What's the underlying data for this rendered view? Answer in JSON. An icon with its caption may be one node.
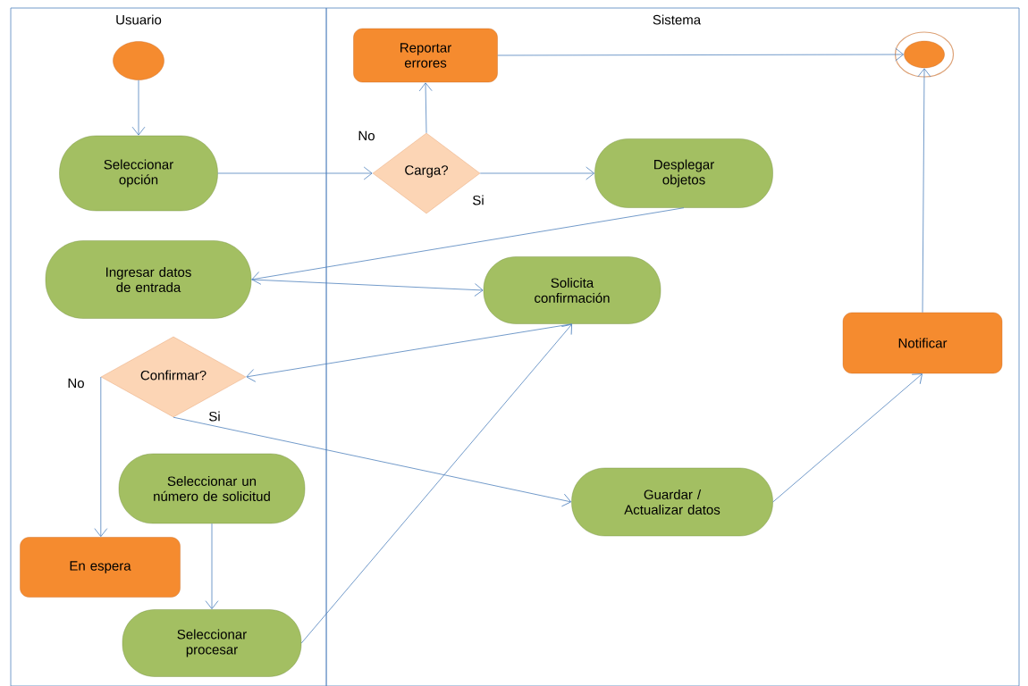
{
  "diagram": {
    "nodes": [
      {
        "text": [
          "Usuario"
        ]
      },
      {
        "text": [
          "Sistema"
        ]
      },
      {
        "text": [],
        "shape": "circle",
        "in": 0
      },
      {
        "text": [
          "Seleccionar opción"
        ],
        "in": 0
      },
      {
        "text": [
          "Reportar errores"
        ],
        "in": 1
      },
      {
        "text": [],
        "shape": "circle",
        "in": 1
      },
      {
        "text": [
          "Carga?"
        ],
        "in": 1
      },
      {
        "text": [
          "Desplegar objetos"
        ],
        "in": 1
      },
      {
        "text": [
          "Ingresar datos de entrada"
        ],
        "in": 0
      },
      {
        "text": [
          "Solicita confirmación"
        ],
        "in": 1
      },
      {
        "text": [
          "Notificar"
        ],
        "in": 1
      },
      {
        "text": [
          "Confirmar?"
        ],
        "in": 0
      },
      {
        "text": [
          "Seleccionar un número de solicitud"
        ],
        "in": 0
      },
      {
        "text": [
          "Guardar / Actualizar datos"
        ],
        "in": 1
      },
      {
        "text": [
          "En espera"
        ],
        "in": 0
      },
      {
        "text": [
          "Seleccionar procesar"
        ],
        "in": 0
      }
    ],
    "edges": [
      {
        "from": 2,
        "to": 3,
        "arrow": "to"
      },
      {
        "from": 3,
        "to": 6,
        "arrow": "to"
      },
      {
        "from": 6,
        "to": 4,
        "arrow": "to",
        "label": "No"
      },
      {
        "from": 6,
        "to": 7,
        "arrow": "to",
        "label": "Si"
      },
      {
        "from": 7,
        "to": 8,
        "arrow": "to"
      },
      {
        "from": 8,
        "to": 9,
        "arrow": "to"
      },
      {
        "from": 9,
        "to": 11,
        "arrow": "to"
      },
      {
        "from": 11,
        "to": 14,
        "arrow": "to",
        "label": "No"
      },
      {
        "from": 11,
        "to": 13,
        "arrow": "to",
        "label": "Si"
      },
      {
        "from": 12,
        "to": 15,
        "arrow": "to"
      },
      {
        "from": 15,
        "to": 9,
        "arrow": "to"
      },
      {
        "from": 13,
        "to": 10,
        "arrow": "to"
      },
      {
        "from": 10,
        "to": 5,
        "arrow": "to"
      },
      {
        "from": 4,
        "to": 5,
        "arrow": "to"
      }
    ]
  }
}
